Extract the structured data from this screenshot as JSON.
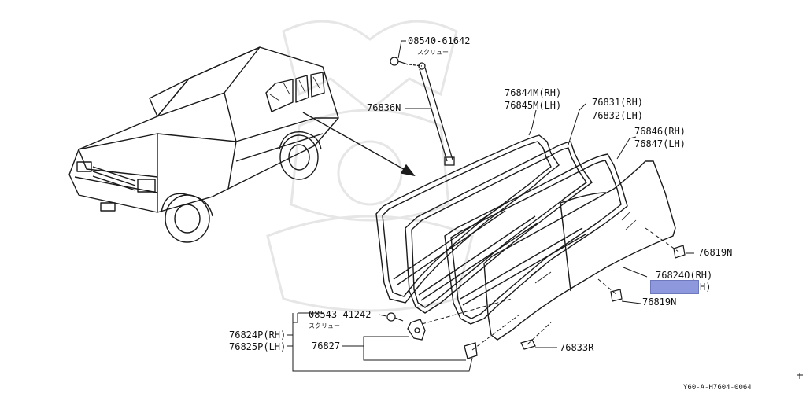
{
  "diagram": {
    "parts": {
      "screw_top": {
        "number": "08540-61642",
        "note": "スクリュー"
      },
      "rod": {
        "number": "76836N"
      },
      "seal_outer": {
        "rh": "76844M(RH)",
        "lh": "76845M(LH)"
      },
      "weatherstrip": {
        "rh": "76831(RH)",
        "lh": "76832(LH)"
      },
      "finisher": {
        "rh": "76846(RH)",
        "lh": "76847(LH)"
      },
      "clip_upper": {
        "number": "76819N"
      },
      "glass": {
        "rh": "76824O(RH)",
        "lh_tail": "H)"
      },
      "clip_lower": {
        "number": "76819N"
      },
      "screw_lower": {
        "number": "08543-41242",
        "note": "スクリュー"
      },
      "assembly": {
        "rh": "76824P(RH)",
        "lh": "76825P(LH)"
      },
      "latch": {
        "number": "76827"
      },
      "bracket": {
        "number": "76833R"
      }
    },
    "reference_code": "Y60-A-H7604-0064",
    "colors": {
      "line": "#1a1a1a",
      "redaction": "#8e98dc"
    }
  }
}
